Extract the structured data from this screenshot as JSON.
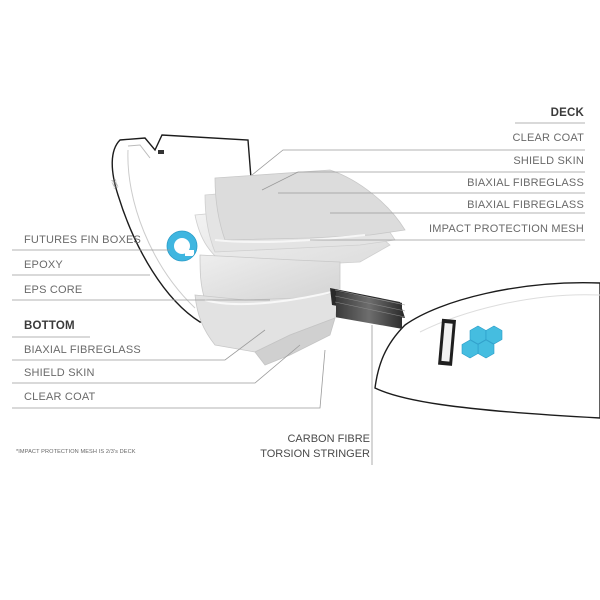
{
  "deck_section": {
    "header": "DECK",
    "layers": [
      "CLEAR COAT",
      "SHIELD SKIN",
      "BIAXIAL FIBREGLASS",
      "BIAXIAL FIBREGLASS",
      "IMPACT PROTECTION MESH"
    ]
  },
  "core_section": {
    "layers": [
      "FUTURES FIN BOXES",
      "EPOXY",
      "EPS CORE"
    ]
  },
  "bottom_section": {
    "header": "BOTTOM",
    "layers": [
      "BIAXIAL FIBREGLASS",
      "SHIELD SKIN",
      "CLEAR COAT"
    ]
  },
  "stringer": {
    "line1": "CARBON FIBRE",
    "line2": "TORSION STRINGER"
  },
  "footnote": "*IMPACT PROTECTION MESH IS 2/3's DECK",
  "colors": {
    "leader_line": "#9a9a9a",
    "board_outline": "#1c1c1c",
    "logo_aqua": "#3fb6e0",
    "hex_aqua": "#45bde0"
  }
}
